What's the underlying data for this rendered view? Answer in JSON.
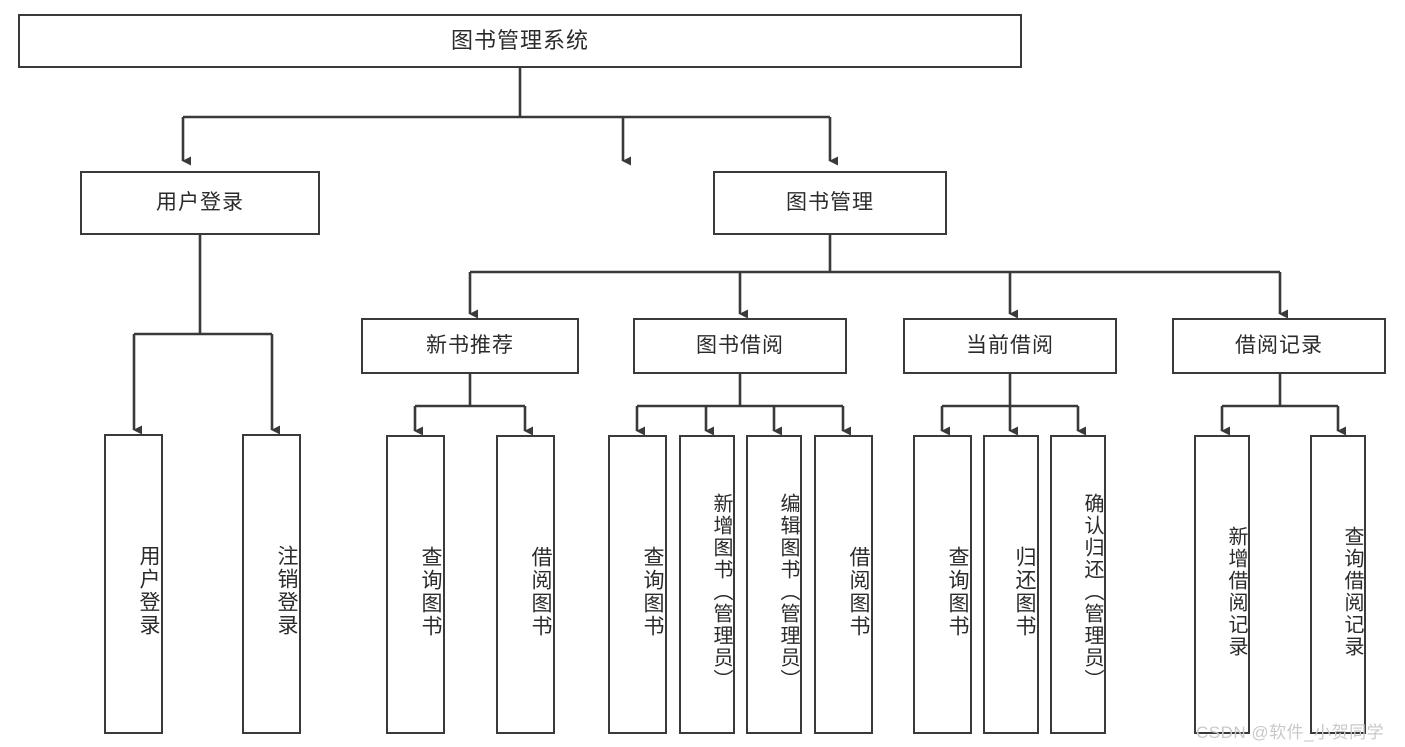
{
  "diagram": {
    "title": "图书管理系统",
    "type": "tree-hierarchy",
    "root": {
      "id": "root",
      "label": "图书管理系统"
    },
    "level1": [
      {
        "id": "user-login",
        "label": "用户登录"
      },
      {
        "id": "book-manage",
        "label": "图书管理"
      }
    ],
    "level2": [
      {
        "id": "new-book-rec",
        "label": "新书推荐",
        "parent": "book-manage"
      },
      {
        "id": "book-borrow",
        "label": "图书借阅",
        "parent": "book-manage"
      },
      {
        "id": "current-borrow",
        "label": "当前借阅",
        "parent": "book-manage"
      },
      {
        "id": "borrow-record",
        "label": "借阅记录",
        "parent": "book-manage"
      }
    ],
    "leaves": [
      {
        "id": "leaf-user-login",
        "label": "用户登录",
        "parent": "user-login"
      },
      {
        "id": "leaf-logout-login",
        "label": "注销登录",
        "parent": "user-login"
      },
      {
        "id": "leaf-query-book-1",
        "label": "查询图书",
        "parent": "new-book-rec"
      },
      {
        "id": "leaf-borrow-book-1",
        "label": "借阅图书",
        "parent": "new-book-rec"
      },
      {
        "id": "leaf-query-book-2",
        "label": "查询图书",
        "parent": "book-borrow"
      },
      {
        "id": "leaf-add-book",
        "label": "新增图书（管理员）",
        "parent": "book-borrow"
      },
      {
        "id": "leaf-edit-book",
        "label": "编辑图书（管理员）",
        "parent": "book-borrow"
      },
      {
        "id": "leaf-borrow-book-2",
        "label": "借阅图书",
        "parent": "book-borrow"
      },
      {
        "id": "leaf-query-book-3",
        "label": "查询图书",
        "parent": "current-borrow"
      },
      {
        "id": "leaf-return-book",
        "label": "归还图书",
        "parent": "current-borrow"
      },
      {
        "id": "leaf-confirm-return",
        "label": "确认归还（管理员）",
        "parent": "current-borrow"
      },
      {
        "id": "leaf-add-record",
        "label": "新增借阅记录",
        "parent": "borrow-record"
      },
      {
        "id": "leaf-query-record",
        "label": "查询借阅记录",
        "parent": "borrow-record"
      }
    ]
  },
  "watermark": {
    "text": "CSDN @软件_小贺同学"
  },
  "colors": {
    "border": "#3a3a3a",
    "background": "#ffffff",
    "text": "#2b2b2b",
    "watermark": "#c9c9c9"
  }
}
